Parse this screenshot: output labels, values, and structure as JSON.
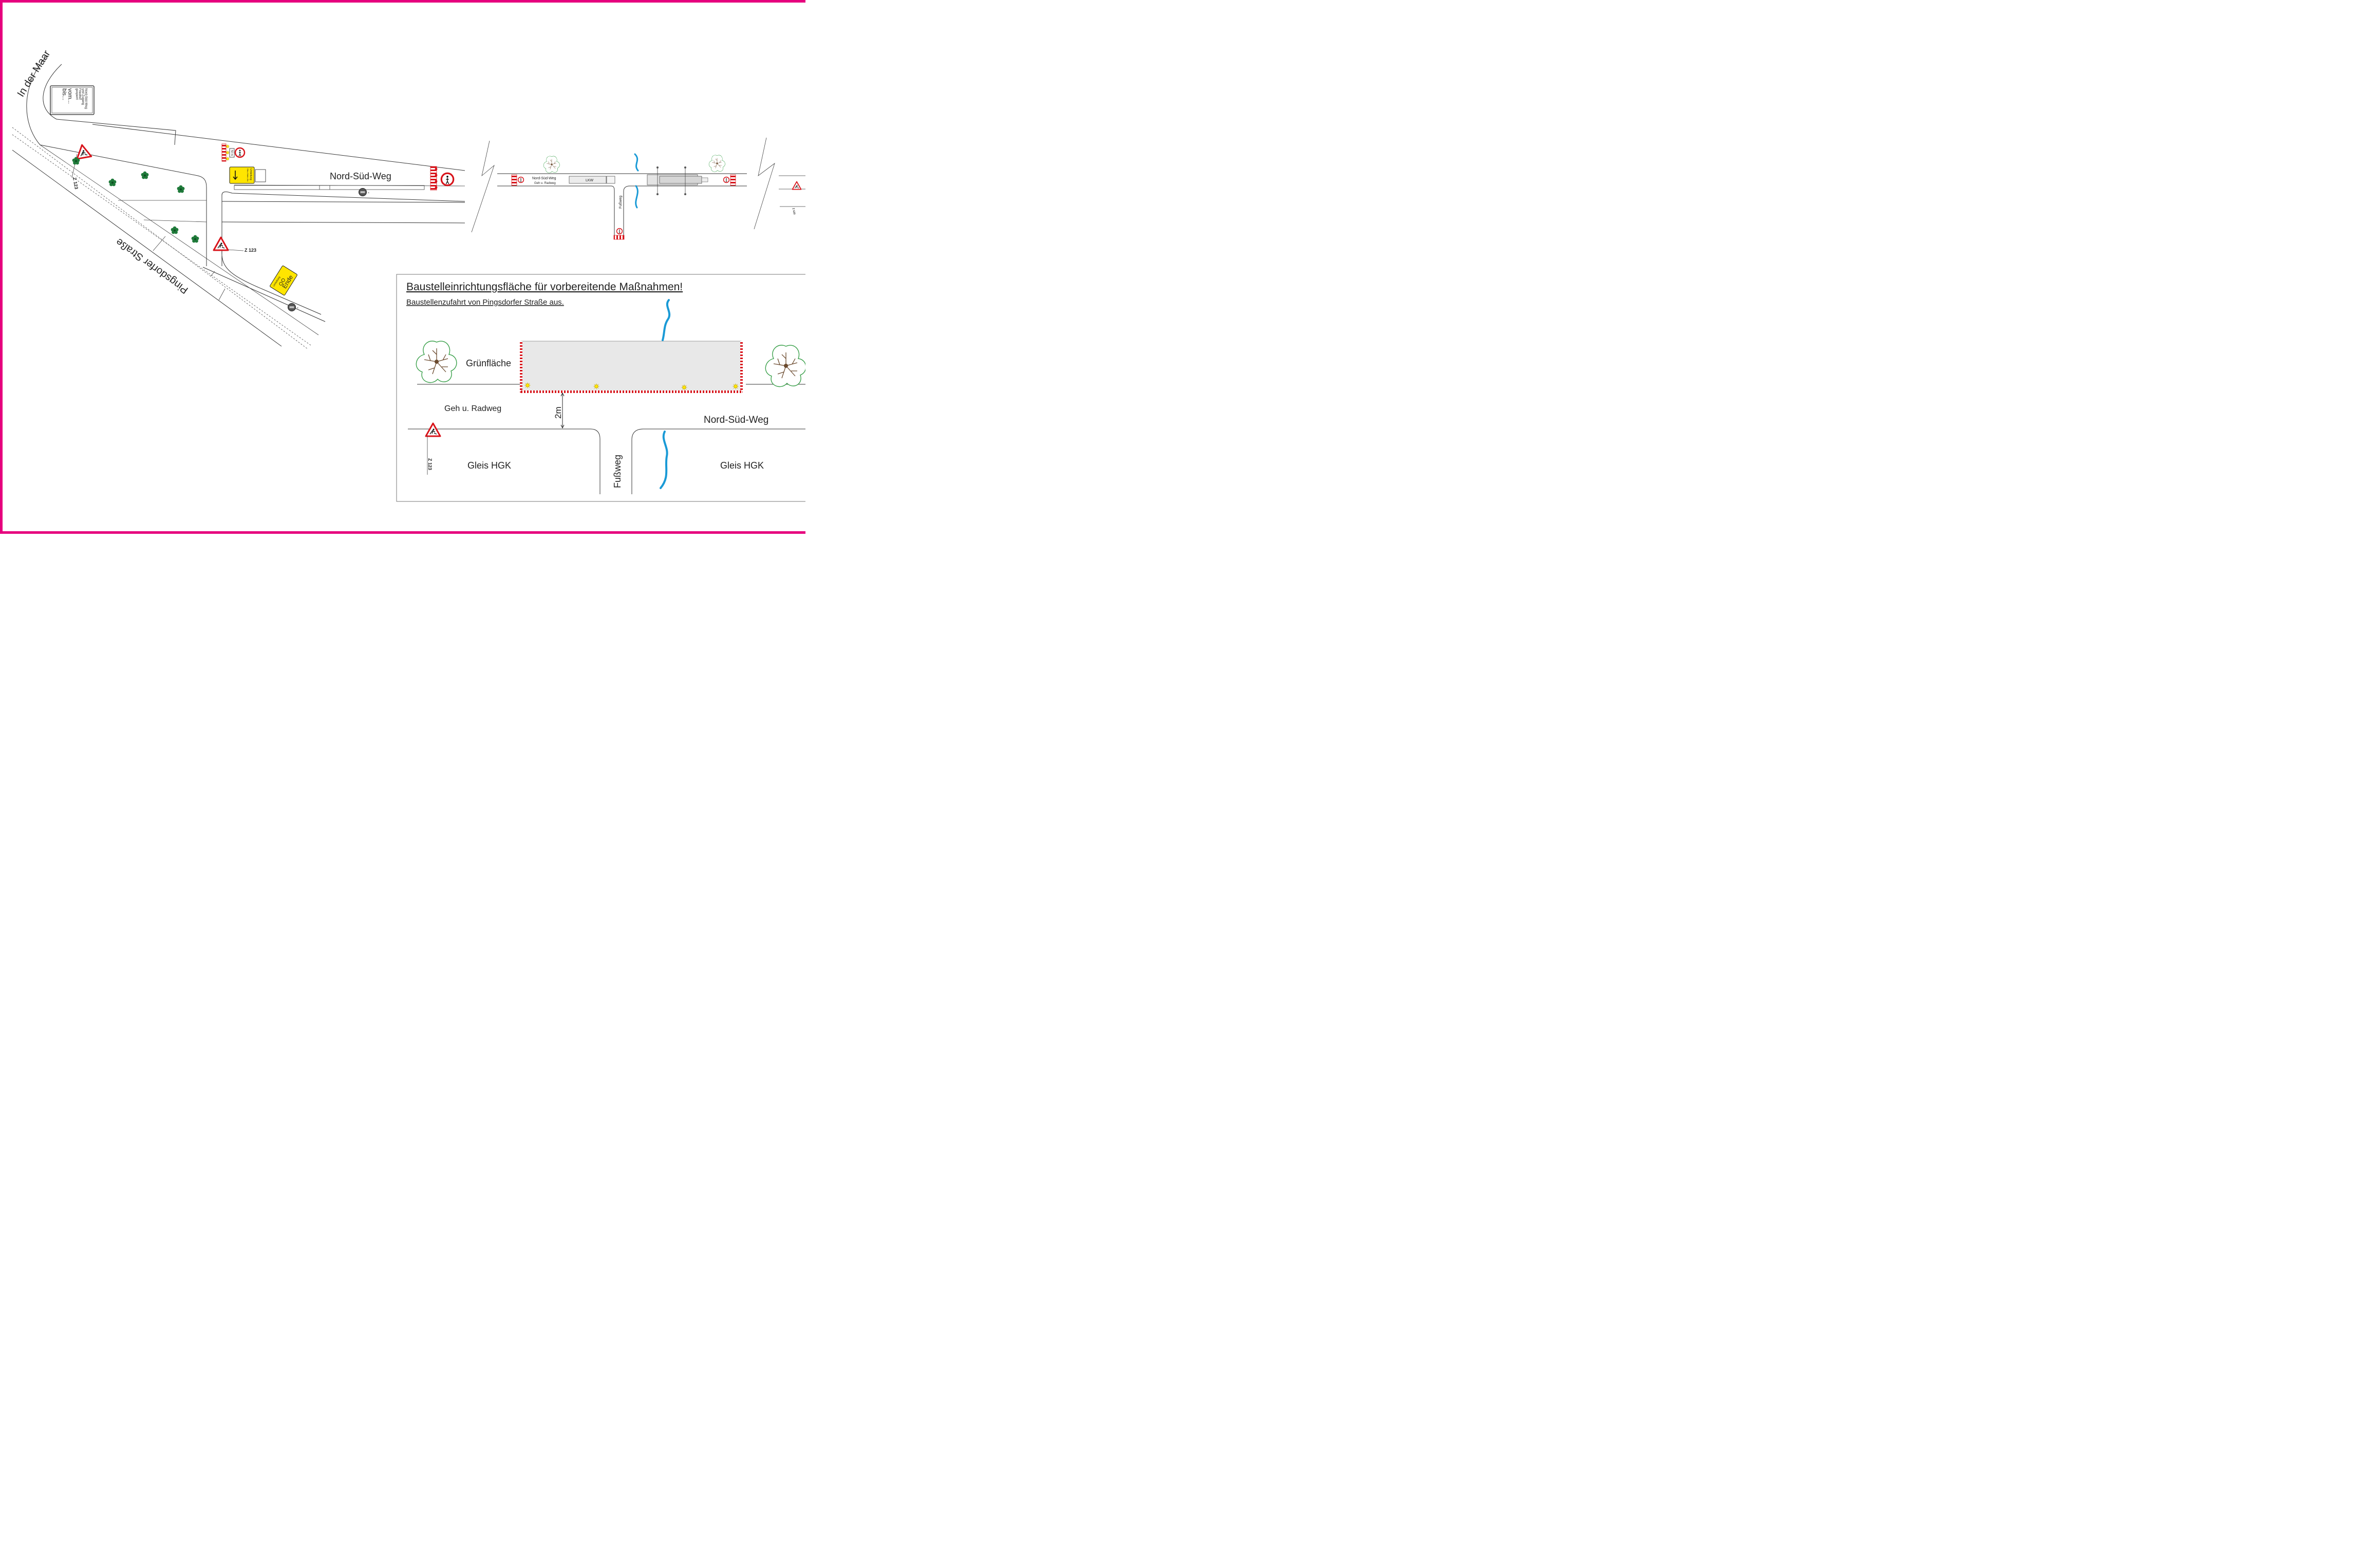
{
  "labels": {
    "in_der_maar": "In der Maar",
    "pingsdorfer_strasse": "Pingsdorfer Straße",
    "nord_sued_weg_main": "Nord-Süd-Weg",
    "z123_a": "Z 123",
    "z123_b": "Z 123",
    "sign_speed": "50 m",
    "yellow_sign_text": "Umleitung",
    "yellow_sign_sub": "Otto-Hahn-Str.",
    "ende_sign_text": "Ende",
    "ende_sign_top": "Umleitung"
  },
  "info_sign": {
    "lines": [
      "Nord-Süd-Weg",
      "und Zugang",
      "Friedhof",
      "gesperrt",
      "vom...",
      "bis..."
    ]
  },
  "strip": {
    "nord_sued_weg": "Nord-Süd-Weg",
    "geh_radweg": "Geh u. Radweg",
    "lkw": "LKW",
    "fussweg": "Fußweg",
    "z123": "Z 123"
  },
  "detail": {
    "title": "Baustelleinrichtungsfläche für vorbereitende Maßnahmen!",
    "subtitle": "Baustellenzufahrt von Pingsdorfer Straße aus.",
    "gruenflaeche": "Grünfläche",
    "geh_radweg": "Geh u. Radweg",
    "measure": "2m",
    "nord_sued_weg": "Nord-Süd-Weg",
    "gleis_left": "Gleis HGK",
    "gleis_right": "Gleis HGK",
    "fussweg": "Fußweg",
    "z123": "Z 123"
  },
  "colors": {
    "frame": "#e6007e",
    "water": "#1a9ad6",
    "warning_red": "#d8141b",
    "sign_yellow": "#ffe500",
    "tree_green": "#1f7a3a",
    "site_fill": "#e8e8e8"
  },
  "icons": [
    "roadworks-sign-icon",
    "no-pedestrian-sign-icon",
    "tree-icon",
    "barrier-icon",
    "warning-light-icon",
    "manhole-icon"
  ]
}
